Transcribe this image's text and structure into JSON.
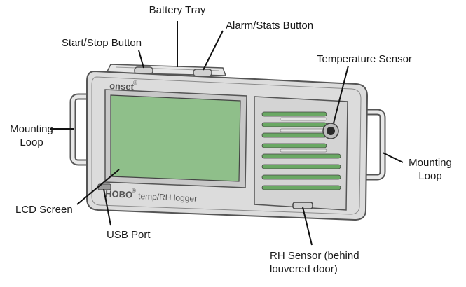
{
  "labels": {
    "battery_tray": "Battery Tray",
    "start_stop_button": "Start/Stop Button",
    "alarm_stats_button": "Alarm/Stats Button",
    "temperature_sensor": "Temperature Sensor",
    "mounting_loop_left": [
      "Mounting",
      "Loop"
    ],
    "mounting_loop_right": [
      "Mounting",
      "Loop"
    ],
    "lcd_screen": "LCD Screen",
    "usb_port": "USB Port",
    "rh_sensor": [
      "RH Sensor (behind",
      "louvered door)"
    ]
  },
  "device_markings": {
    "logo": "onset",
    "registered_mark": "®",
    "brand": "HOBO",
    "model": "temp/RH logger"
  },
  "colors": {
    "lcd_screen": "#8fbf8a",
    "louver_slot": "#6aa864",
    "device_body": "#dcdcdc",
    "outline": "#555555"
  }
}
